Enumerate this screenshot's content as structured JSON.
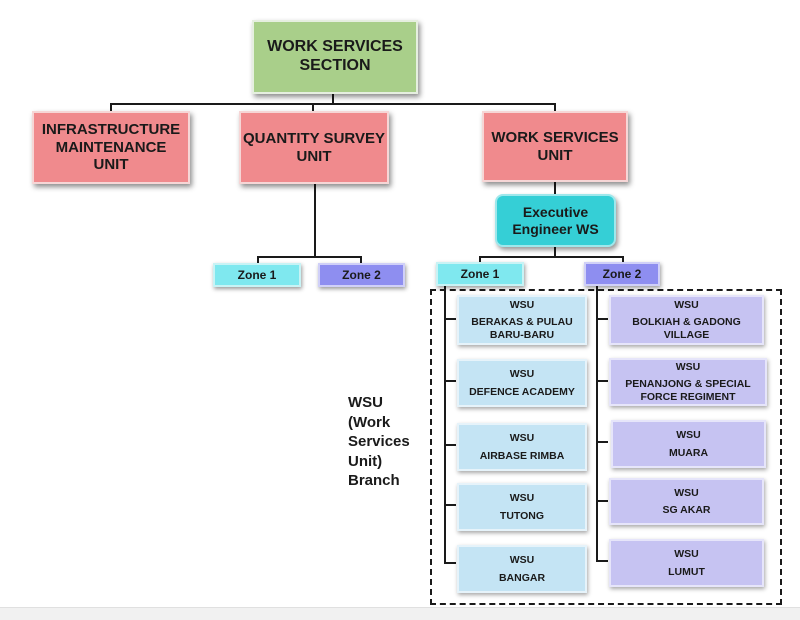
{
  "title": {
    "line1": "WORK SERVICES",
    "line2": "SECTION"
  },
  "units": {
    "infrastructure": {
      "line1": "INFRASTRUCTURE",
      "line2": "MAINTENANCE",
      "line3": "UNIT"
    },
    "quantity_survey": {
      "line1": "QUANTITY SURVEY",
      "line2": "UNIT"
    },
    "work_services": {
      "line1": "WORK SERVICES",
      "line2": "UNIT"
    }
  },
  "executive": {
    "line1": "Executive",
    "line2": "Engineer WS"
  },
  "qs_zones": [
    "Zone 1",
    "Zone 2"
  ],
  "ws_zones": [
    "Zone 1",
    "Zone 2"
  ],
  "zone1_wsu": [
    {
      "head": "WSU",
      "line1": "BERAKAS & PULAU",
      "line2": "BARU-BARU"
    },
    {
      "head": "WSU",
      "line1": "DEFENCE ACADEMY",
      "line2": ""
    },
    {
      "head": "WSU",
      "line1": "AIRBASE RIMBA",
      "line2": ""
    },
    {
      "head": "WSU",
      "line1": "TUTONG",
      "line2": ""
    },
    {
      "head": "WSU",
      "line1": "BANGAR",
      "line2": ""
    }
  ],
  "zone2_wsu": [
    {
      "head": "WSU",
      "line1": "BOLKIAH & GADONG",
      "line2": "VILLAGE"
    },
    {
      "head": "WSU",
      "line1": "PENANJONG & SPECIAL",
      "line2": "FORCE REGIMENT"
    },
    {
      "head": "WSU",
      "line1": "MUARA",
      "line2": ""
    },
    {
      "head": "WSU",
      "line1": "SG AKAR",
      "line2": ""
    },
    {
      "head": "WSU",
      "line1": "LUMUT",
      "line2": ""
    }
  ],
  "branch_label": [
    "WSU",
    "(Work",
    "Services",
    "Unit)",
    "Branch"
  ]
}
